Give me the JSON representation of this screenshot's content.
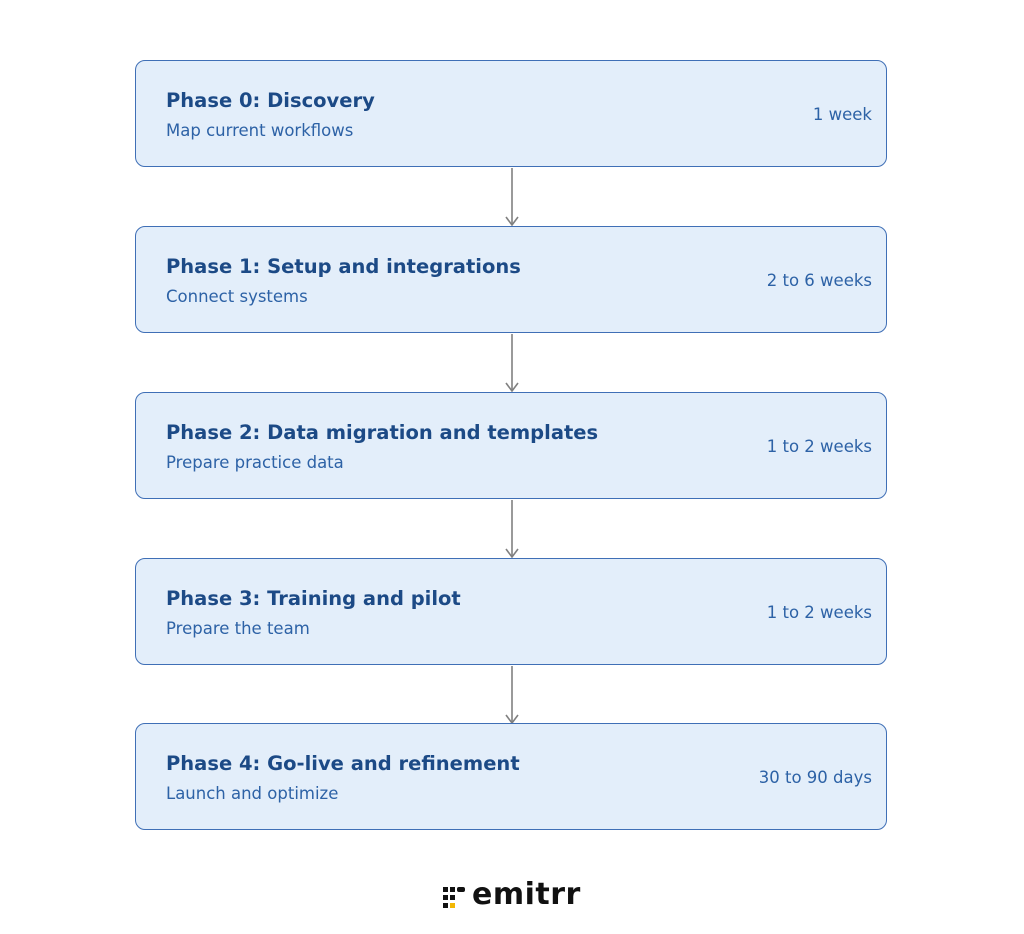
{
  "phases": [
    {
      "title": "Phase 0: Discovery",
      "subtitle": "Map current workflows",
      "duration": "1 week"
    },
    {
      "title": "Phase 1: Setup and integrations",
      "subtitle": "Connect systems",
      "duration": "2 to 6 weeks"
    },
    {
      "title": "Phase 2: Data migration and templates",
      "subtitle": "Prepare practice data",
      "duration": "1 to 2 weeks"
    },
    {
      "title": "Phase 3: Training and pilot",
      "subtitle": "Prepare the team",
      "duration": "1 to 2 weeks"
    },
    {
      "title": "Phase 4: Go-live and refinement",
      "subtitle": "Launch and optimize",
      "duration": "30 to 90 days"
    }
  ],
  "colors": {
    "box_fill": "#e3eefa",
    "box_border": "#3f6fb6",
    "title_text": "#1c4a86",
    "body_text": "#2d62a6",
    "arrow": "#808080",
    "logo_text": "#111111",
    "logo_accent": "#f2b705"
  },
  "logo": {
    "text": "emitrr",
    "icon": "emitrr-dots-logo-icon"
  }
}
